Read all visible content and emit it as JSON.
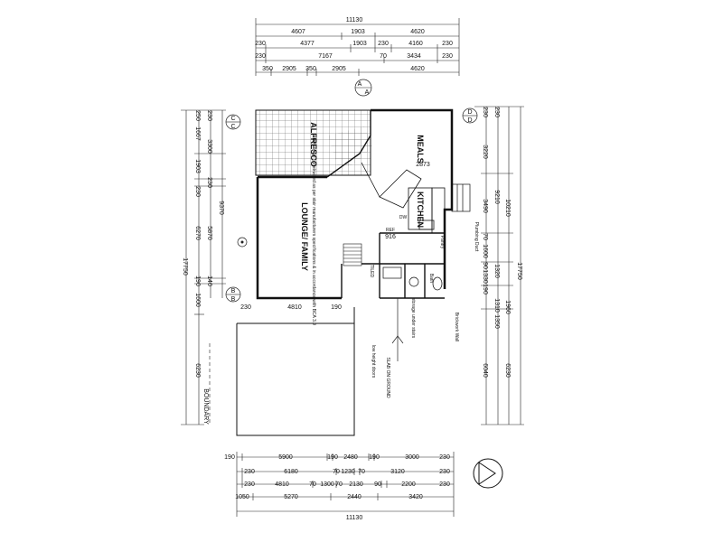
{
  "dimensions": {
    "top": {
      "overall": "11130",
      "row1": [
        "4607",
        "1903",
        "4620"
      ],
      "row2": [
        "230",
        "4377",
        "1903",
        "230",
        "4160",
        "230"
      ],
      "row3": [
        "230",
        "7167",
        "70",
        "3434",
        "230"
      ],
      "row4": [
        "350",
        "2905",
        "350",
        "2905",
        "4620"
      ]
    },
    "bottom": {
      "row1": [
        "190",
        "5900",
        "190",
        "2480",
        "190",
        "3000",
        "230"
      ],
      "row2": [
        "230",
        "6180",
        "70",
        "1230",
        "70",
        "3120",
        "230"
      ],
      "row3": [
        "230",
        "4810",
        "70",
        "1300",
        "70",
        "2130",
        "90",
        "2200",
        "230"
      ],
      "row4": [
        "1050",
        "5270",
        "2440",
        "3420"
      ],
      "overall": "11130"
    },
    "left": {
      "overall": "17750",
      "row1": [
        "250",
        "1667",
        "1903",
        "230",
        "6270",
        "190",
        "1600",
        "6230"
      ],
      "row2": [
        "230",
        "3300",
        "230",
        "5870",
        "140"
      ],
      "inner": [
        "9370"
      ]
    },
    "right": {
      "overall": "17750",
      "row1": [
        "230",
        "3220",
        "3490",
        "70",
        "1600",
        "90",
        "1330",
        "190",
        "1310",
        "6040",
        "6230"
      ],
      "row2": [
        "230",
        "9210",
        "1320",
        "1960",
        "1350"
      ],
      "inner": [
        "10210"
      ]
    },
    "inside": [
      "4810",
      "190",
      "230",
      "2873",
      "916"
    ]
  },
  "rooms": {
    "alfresco": "ALFRESCO",
    "meals": "MEALS",
    "kitchen": "KITCHEN",
    "lounge": "LOUNGE/ FAMILY",
    "pantry": "Pantry",
    "bath": "Bath",
    "ref": "REF",
    "dw": "DW",
    "tiled": "TILED"
  },
  "notes": {
    "stairs": "stairs to be constructed as per stair manufacturers specifications & in accordance with BCA 3.9",
    "slab": "SLAB ON GROUND",
    "storage": "storage under stairs",
    "brickwork": "Brickwork Wall",
    "plumbing": "Plumbing Duct",
    "low_height": "low height doors",
    "boundary": "BOUNDARY"
  },
  "markers": [
    "A",
    "A",
    "B",
    "B",
    "C",
    "C",
    "D",
    "D"
  ],
  "colors": {
    "ink": "#111111",
    "hatch": "#555555"
  }
}
